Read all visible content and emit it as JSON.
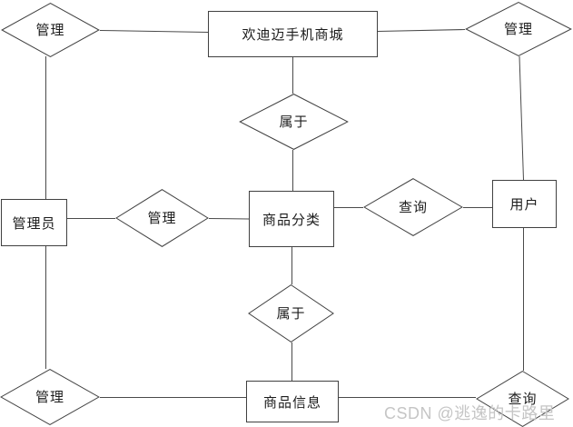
{
  "diagram": {
    "type": "entity-relationship",
    "background": "#ffffff"
  },
  "entities": [
    {
      "id": "mall",
      "label": "欢迪迈手机商城"
    },
    {
      "id": "admin",
      "label": "管理员"
    },
    {
      "id": "category",
      "label": "商品分类"
    },
    {
      "id": "user",
      "label": "用户"
    },
    {
      "id": "product",
      "label": "商品信息"
    }
  ],
  "relations": [
    {
      "id": "manage-top-left",
      "label": "管理"
    },
    {
      "id": "manage-top-right",
      "label": "管理"
    },
    {
      "id": "belongs-upper",
      "label": "属于"
    },
    {
      "id": "manage-left",
      "label": "管理"
    },
    {
      "id": "query-right",
      "label": "查询"
    },
    {
      "id": "belongs-lower",
      "label": "属于"
    },
    {
      "id": "manage-bottom-left",
      "label": "管理"
    },
    {
      "id": "query-bottom-right",
      "label": "查询"
    }
  ],
  "watermark": {
    "text": "CSDN @逃逸的卡路里",
    "color": "#c5c5c5"
  },
  "colors": {
    "line": "#4a4a4a",
    "shape_border": "#404040",
    "shape_fill": "#ffffff"
  }
}
